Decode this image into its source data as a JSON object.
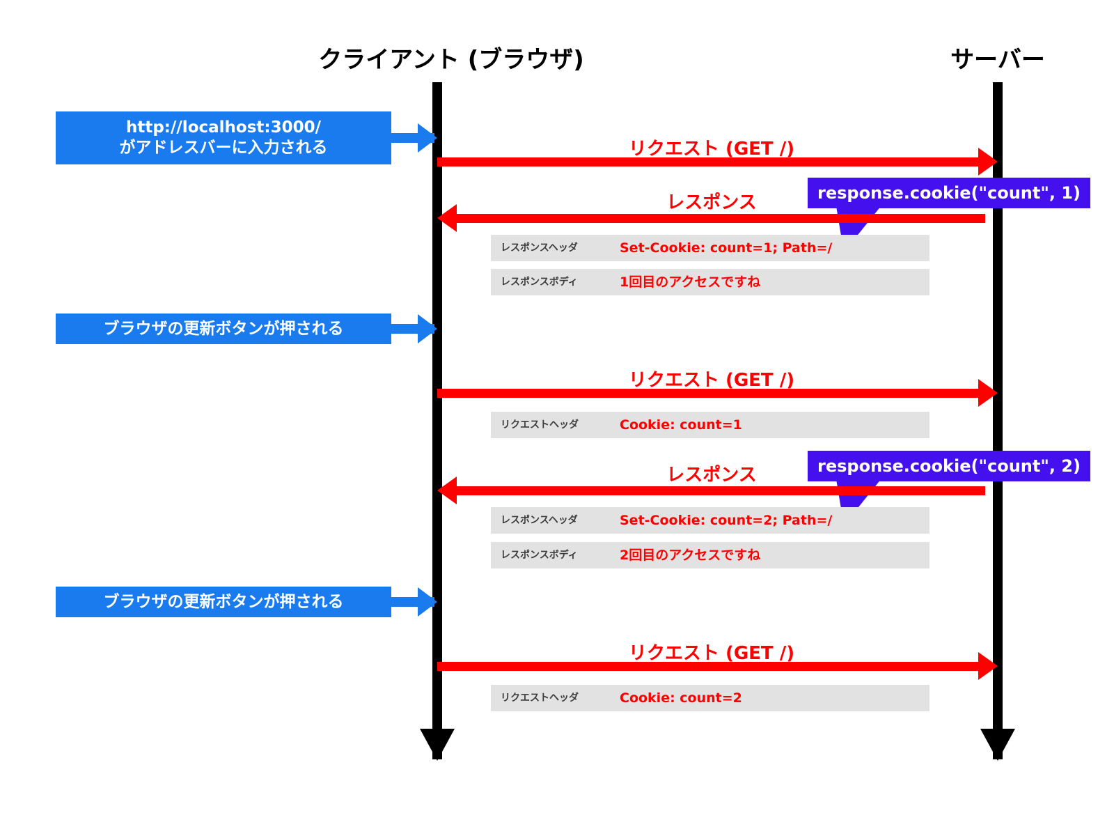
{
  "diagram": {
    "title": "HTTP Cookie sequence diagram",
    "type": "sequence-diagram",
    "colors": {
      "lifeline": "#000000",
      "message": "#FF0000",
      "action_box": "#1A7BEE",
      "callout": "#4411EE",
      "row_background": "#E2E2E2",
      "row_key_text": "#3B3B3B",
      "background": "#FFFFFF"
    }
  },
  "actors": {
    "client": "クライアント (ブラウザ)",
    "server": "サーバー"
  },
  "actions": [
    {
      "line1": "http://localhost:3000/",
      "line2": "がアドレスバーに入力される"
    },
    {
      "line1": "ブラウザの更新ボタンが押される",
      "line2": ""
    },
    {
      "line1": "ブラウザの更新ボタンが押される",
      "line2": ""
    }
  ],
  "messages": [
    {
      "label": "リクエスト (GET /)",
      "direction": "client-to-server"
    },
    {
      "label": "レスポンス",
      "direction": "server-to-client"
    },
    {
      "label": "リクエスト (GET /)",
      "direction": "client-to-server"
    },
    {
      "label": "レスポンス",
      "direction": "server-to-client"
    },
    {
      "label": "リクエスト (GET /)",
      "direction": "client-to-server"
    }
  ],
  "rows": [
    {
      "key": "レスポンスヘッダ",
      "value": "Set-Cookie: count=1; Path=/"
    },
    {
      "key": "レスポンスボディ",
      "value": "1回目のアクセスですね"
    },
    {
      "key": "リクエストヘッダ",
      "value": "Cookie: count=1"
    },
    {
      "key": "レスポンスヘッダ",
      "value": "Set-Cookie: count=2; Path=/"
    },
    {
      "key": "レスポンスボディ",
      "value": "2回目のアクセスですね"
    },
    {
      "key": "リクエストヘッダ",
      "value": "Cookie: count=2"
    }
  ],
  "callouts": [
    {
      "text": "response.cookie(\"count\", 1)"
    },
    {
      "text": "response.cookie(\"count\", 2)"
    }
  ]
}
